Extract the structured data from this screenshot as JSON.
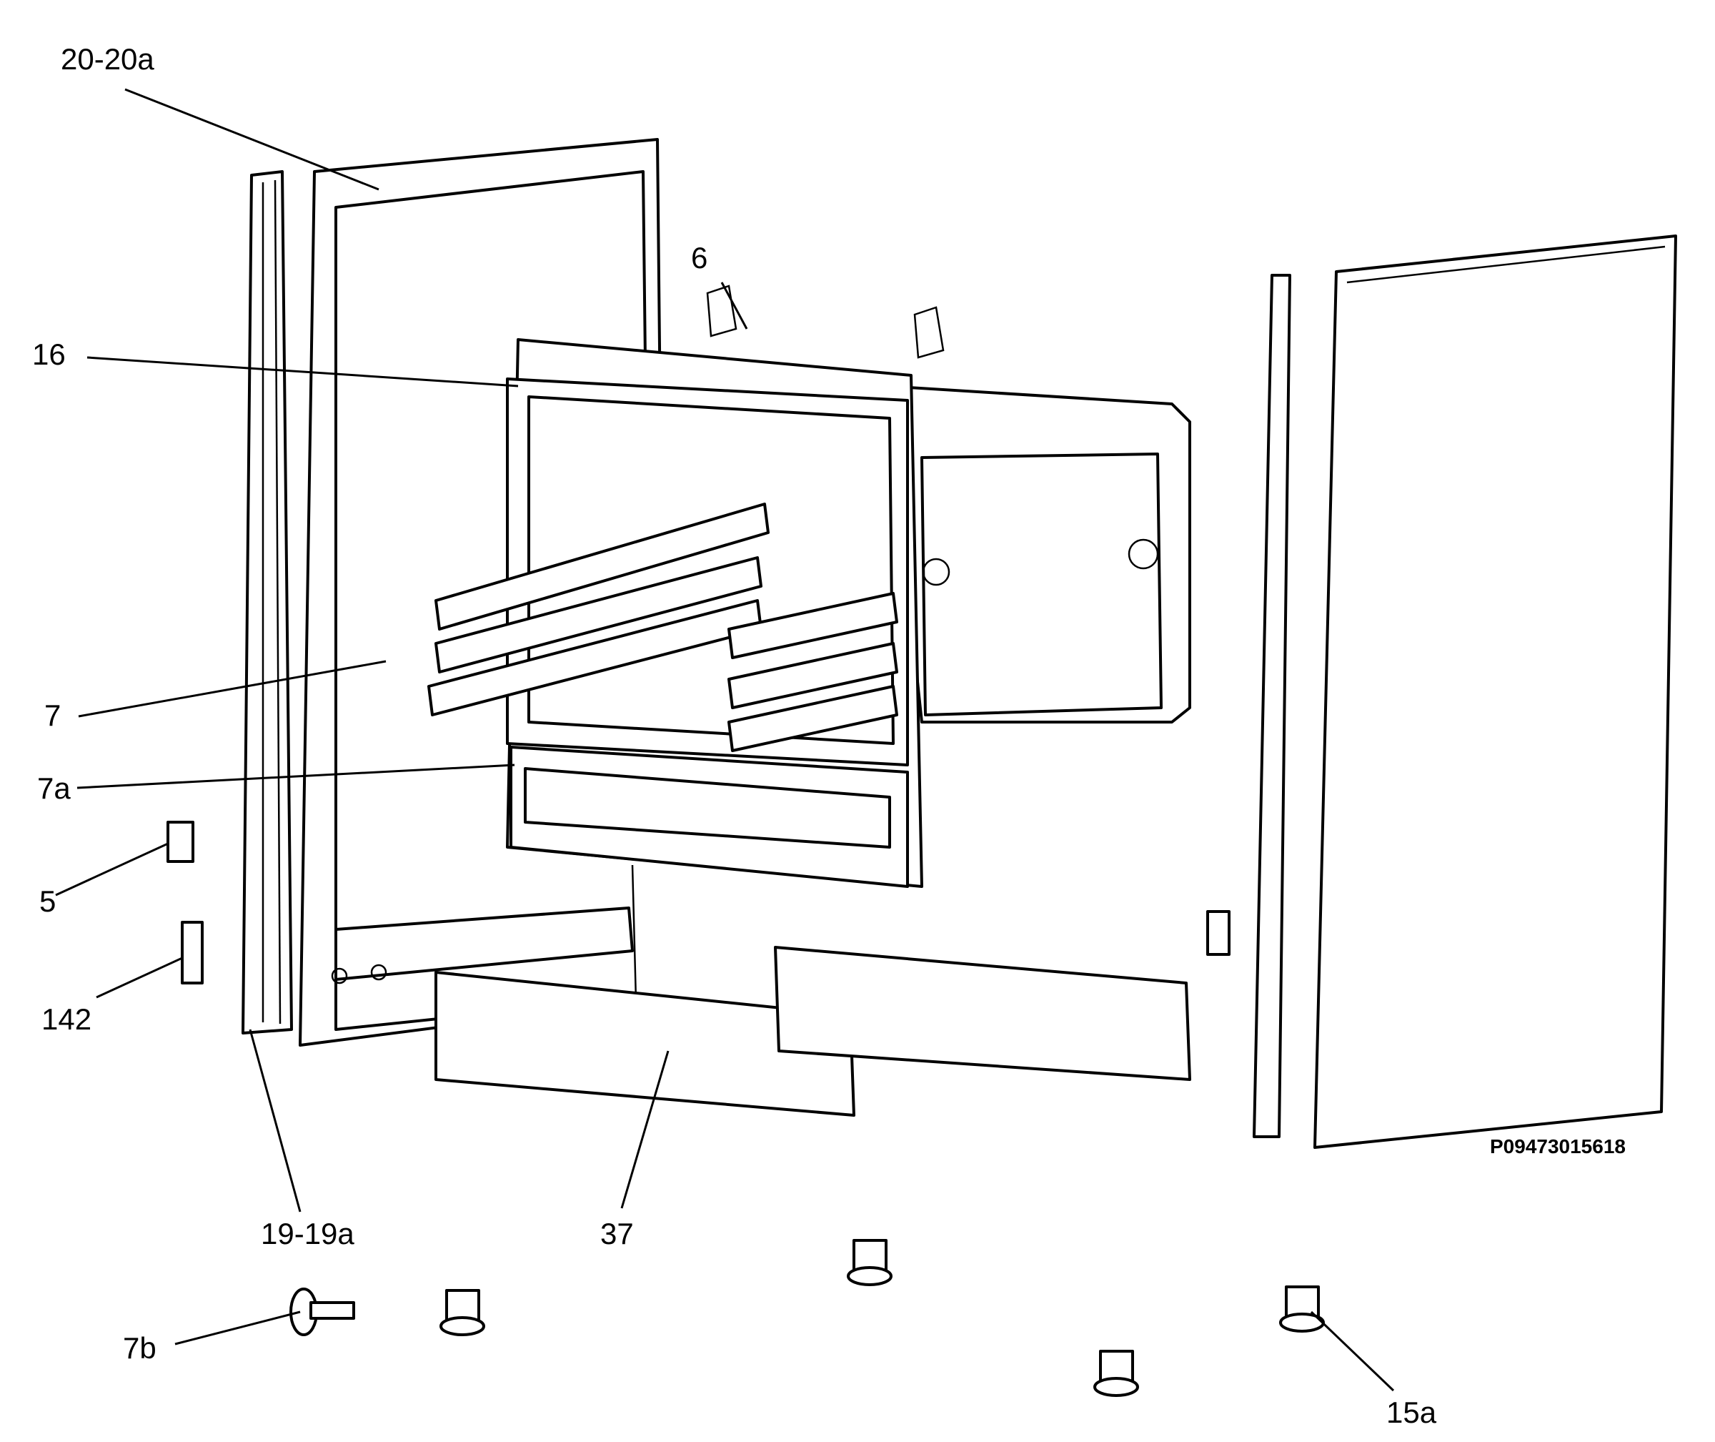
{
  "diagram": {
    "drawing_code": "P09473015618",
    "callouts": [
      {
        "id": "20-20a",
        "label": "20-20a"
      },
      {
        "id": "6",
        "label": "6"
      },
      {
        "id": "16",
        "label": "16"
      },
      {
        "id": "7",
        "label": "7"
      },
      {
        "id": "7a",
        "label": "7a"
      },
      {
        "id": "5",
        "label": "5"
      },
      {
        "id": "142",
        "label": "142"
      },
      {
        "id": "19-19a",
        "label": "19-19a"
      },
      {
        "id": "37",
        "label": "37"
      },
      {
        "id": "7b",
        "label": "7b"
      },
      {
        "id": "15a",
        "label": "15a"
      }
    ]
  }
}
